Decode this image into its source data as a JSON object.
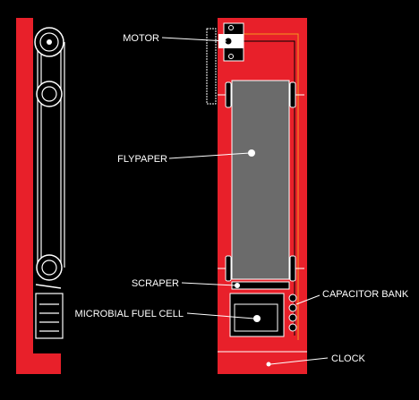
{
  "colors": {
    "background": "#000000",
    "frame_red": "#e8202a",
    "paper_gray": "#6b6b6b",
    "outline": "#ffffff",
    "wire_orange": "#f39a1e",
    "label": "#ffffff"
  },
  "labels": {
    "motor": "MOTOR",
    "flypaper": "FLYPAPER",
    "scraper": "SCRAPER",
    "fuel_cell": "MICROBIAL FUEL CELL",
    "capacitor_bank": "CAPACITOR BANK",
    "clock": "CLOCK"
  }
}
